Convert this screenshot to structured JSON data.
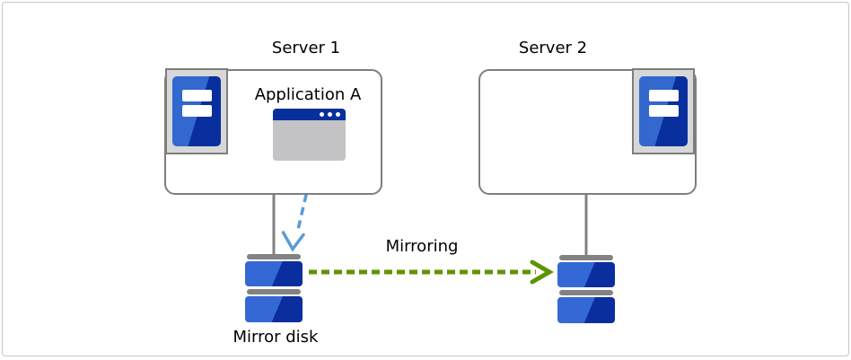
{
  "diagram": {
    "server1_label": "Server 1",
    "server2_label": "Server 2",
    "application_label": "Application A",
    "mirroring_label": "Mirroring",
    "mirror_disk_label": "Mirror disk",
    "colors": {
      "canvas_border": "#c8c8c8",
      "box_border_grey": "#7e7e7e",
      "connector_grey": "#828282",
      "icon_frame_grey": "#d7d7d7",
      "server_blue_light": "#3368ce",
      "server_blue_dark": "#082f9d",
      "disk_blue_light": "#3468d4",
      "disk_blue_dark": "#0a2e9e",
      "window_title_blue": "#08309a",
      "window_body_grey": "#c4c4c6",
      "write_arrow_blue": "#5b9bd5",
      "mirroring_arrow_green": "#5e9404",
      "text": "#000000"
    }
  }
}
